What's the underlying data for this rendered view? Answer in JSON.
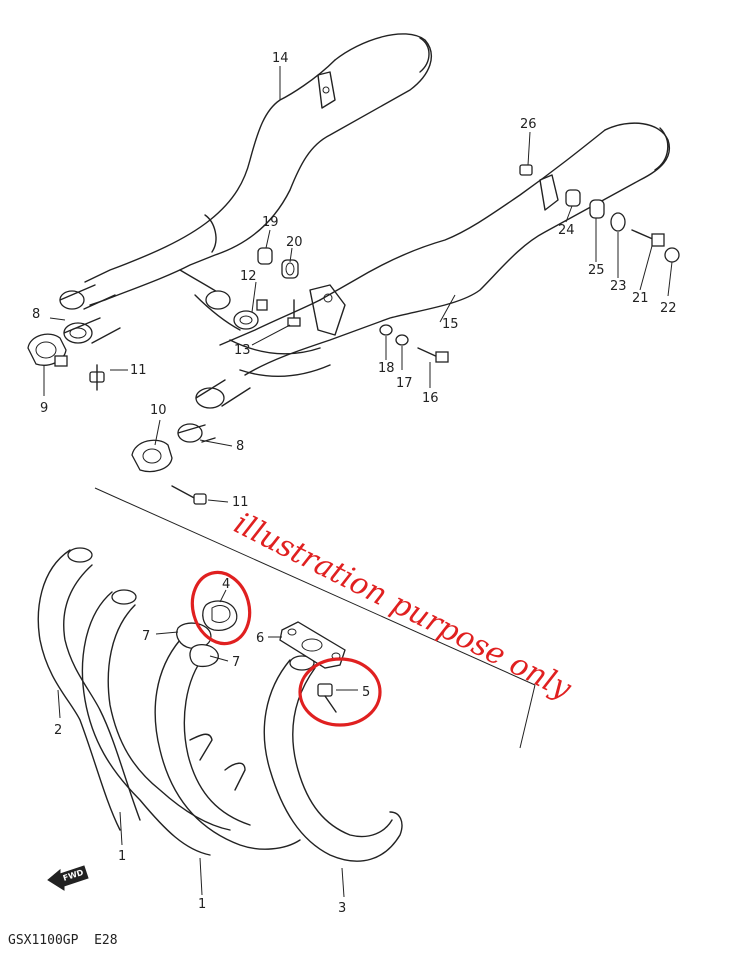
{
  "diagram": {
    "footer_code": "GSX1100GP  E28",
    "fwd_label": "FWD",
    "watermark": "illustration purpose only",
    "accent_color": "#e02020",
    "line_color": "#222222",
    "callouts": {
      "c1a": "1",
      "c1b": "1",
      "c2": "2",
      "c3": "3",
      "c4": "4",
      "c5": "5",
      "c6": "6",
      "c7a": "7",
      "c7b": "7",
      "c8a": "8",
      "c8b": "8",
      "c9": "9",
      "c10": "10",
      "c11a": "11",
      "c11b": "11",
      "c12": "12",
      "c13": "13",
      "c14": "14",
      "c15": "15",
      "c16": "16",
      "c17": "17",
      "c18": "18",
      "c19": "19",
      "c20": "20",
      "c21": "21",
      "c22": "22",
      "c23": "23",
      "c24": "24",
      "c25": "25",
      "c26": "26"
    }
  }
}
